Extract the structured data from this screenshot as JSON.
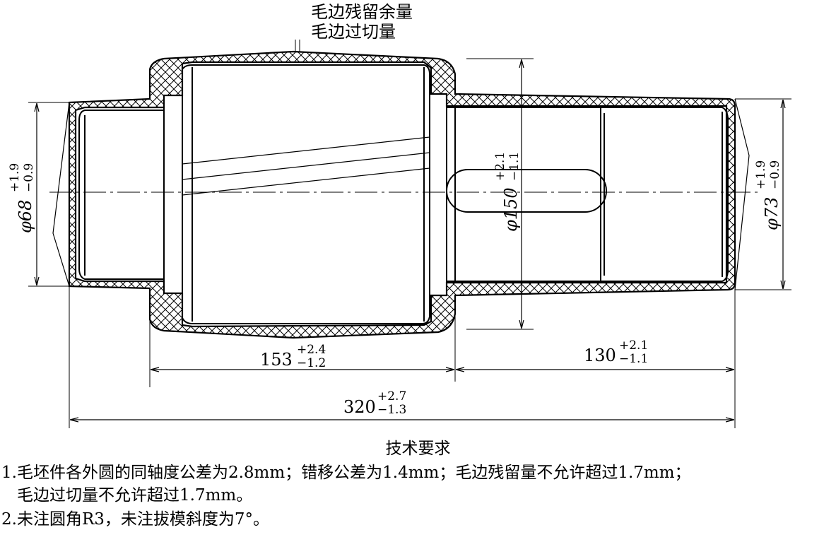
{
  "labels": {
    "flash_residual": "毛边残留余量",
    "flash_overcut": "毛边过切量"
  },
  "dimensions": {
    "left_dia": {
      "base": "φ68",
      "upper": "+1.9",
      "lower": "−0.9"
    },
    "mid_dia": {
      "base": "φ150",
      "upper": "+2.1",
      "lower": "−1.1"
    },
    "right_dia": {
      "base": "φ73",
      "upper": "+1.9",
      "lower": "−0.9"
    },
    "len_153": {
      "base": "153",
      "upper": "+2.4",
      "lower": "−1.2"
    },
    "len_130": {
      "base": "130",
      "upper": "+2.1",
      "lower": "−1.1"
    },
    "len_320": {
      "base": "320",
      "upper": "+2.7",
      "lower": "−1.3"
    }
  },
  "notes": {
    "title": "技术要求",
    "line1": "1.毛坯件各外圆的同轴度公差为2.8mm；错移公差为1.4mm；毛边残留量不允许超过1.7mm；",
    "line1b": "毛边过切量不允许超过1.7mm。",
    "line2": "2.未注圆角R3，未注拔模斜度为7°。"
  }
}
